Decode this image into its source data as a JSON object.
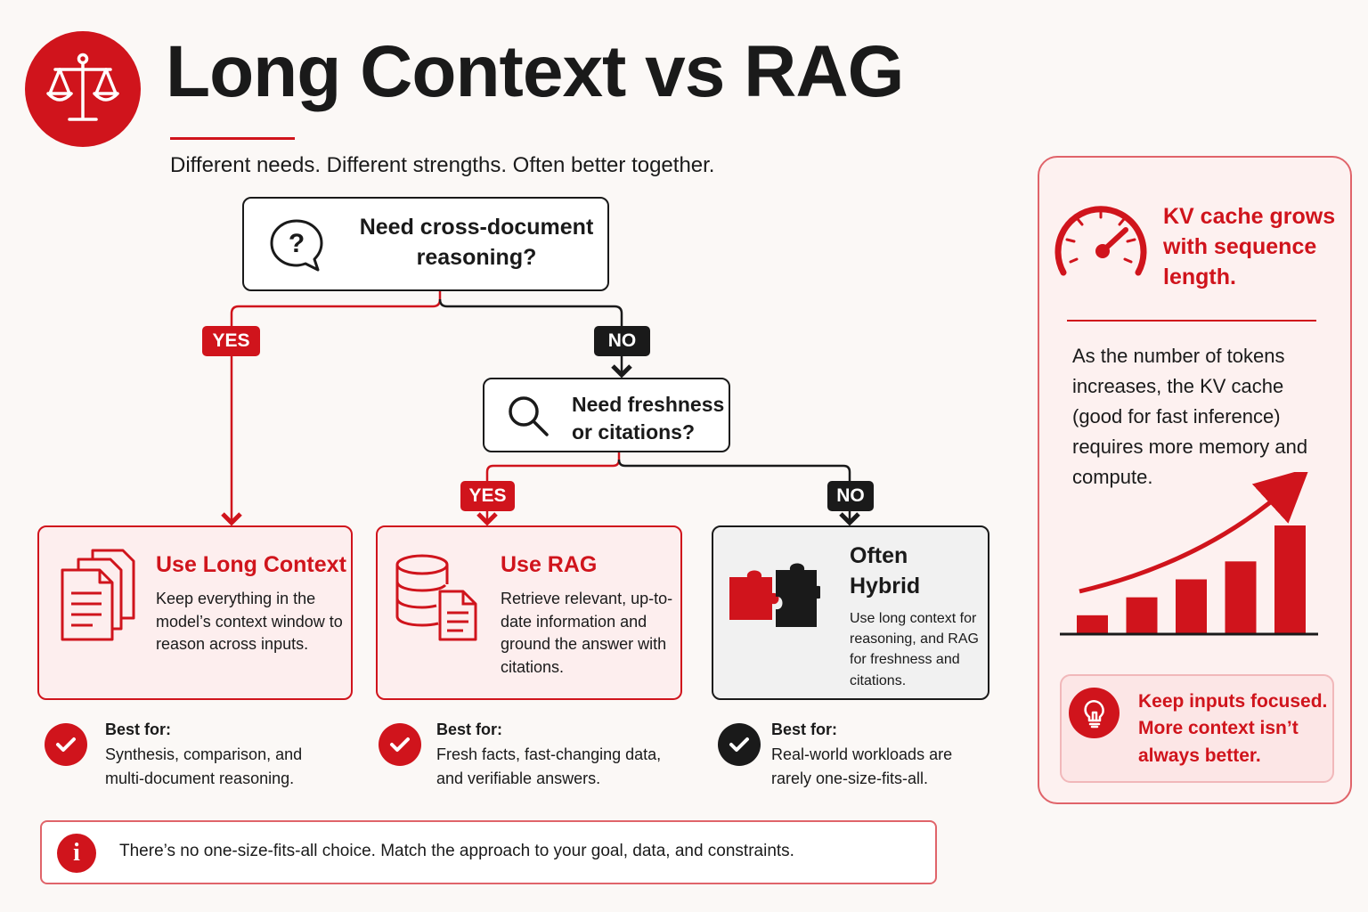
{
  "header": {
    "title": "Long Context vs RAG",
    "subtitle": "Different needs. Different strengths. Often better together.",
    "logo_icon": "scales-icon"
  },
  "colors": {
    "accent": "#d0141c",
    "dark": "#1a1a1a",
    "background": "#fbf8f6",
    "card_tint": "#fdeeee"
  },
  "flow": {
    "q1": {
      "text_line1": "Need cross-document",
      "text_line2": "reasoning?",
      "icon": "question-bubble-icon"
    },
    "q1_yes": "YES",
    "q1_no": "NO",
    "q2": {
      "text_line1": "Need freshness",
      "text_line2": "or citations?",
      "icon": "magnifier-icon"
    },
    "q2_yes": "YES",
    "q2_no": "NO"
  },
  "outcomes": [
    {
      "title": "Use Long Context",
      "description": "Keep everything in the model’s context window to reason across inputs.",
      "icon": "documents-stack-icon",
      "best_for_label": "Best for:",
      "best_for_text": "Synthesis, comparison, and multi-document reasoning."
    },
    {
      "title": "Use RAG",
      "description": "Retrieve relevant, up-to-date information and ground the answer with citations.",
      "icon": "database-document-icon",
      "best_for_label": "Best for:",
      "best_for_text": "Fresh facts, fast-changing data, and verifiable answers."
    },
    {
      "title_line1": "Often",
      "title_line2": "Hybrid",
      "description": "Use long context for reasoning, and RAG for freshness and citations.",
      "icon": "puzzle-pieces-icon",
      "best_for_label": "Best for:",
      "best_for_text": "Real-world workloads are rarely one-size-fits-all."
    }
  ],
  "sidebar": {
    "title_line1": "KV cache grows",
    "title_line2": "with sequence",
    "title_line3": "length.",
    "icon": "speedometer-icon",
    "description": "As the number of tokens increases, the KV cache (good for fast inference) requires more memory and compute.",
    "tip_line1": "Keep inputs focused.",
    "tip_line2": "More context isn’t",
    "tip_line3": "always better.",
    "tip_icon": "lightbulb-icon"
  },
  "chart_data": {
    "type": "bar",
    "values": [
      1,
      2,
      3,
      4,
      6
    ],
    "trend": "increasing",
    "title": "",
    "xlabel": "",
    "ylabel": ""
  },
  "footer": {
    "info_icon_glyph": "i",
    "text": "There’s no one-size-fits-all choice. Match the approach to your goal, data, and constraints."
  }
}
